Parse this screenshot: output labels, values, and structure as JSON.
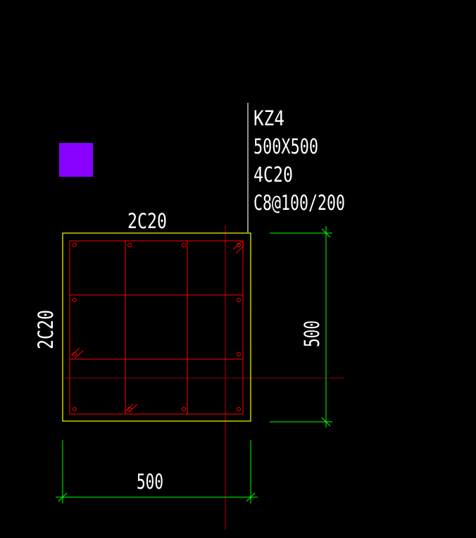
{
  "column": {
    "label": "KZ4",
    "size": "500X500",
    "corner_bars": "4C20",
    "stirrups": "C8@100/200"
  },
  "side_bars": {
    "top": "2C20",
    "left": "2C20"
  },
  "dimensions": {
    "bottom": "500",
    "right": "500"
  },
  "colors": {
    "background": "#000000",
    "outline": "#ffff00",
    "rebar": "#ff0000",
    "dimension": "#00ff00",
    "text": "#ffffff",
    "leader": "#c0c0c0",
    "swatch": "#8800ff"
  }
}
